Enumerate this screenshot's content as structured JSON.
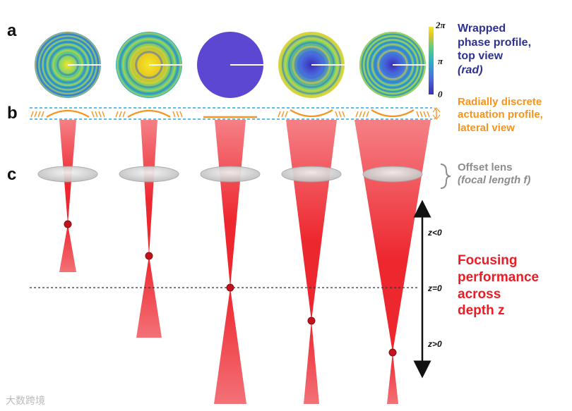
{
  "panels": {
    "a": "a",
    "b": "b",
    "c": "c"
  },
  "phase_label": {
    "line1": "Wrapped",
    "line2": "phase profile,",
    "line3": "top view",
    "line4": "(rad)"
  },
  "colorbar": {
    "top": "2π",
    "mid": "π",
    "bottom": "0",
    "colors": [
      "#3b2db8",
      "#4a6fe0",
      "#2bb3c4",
      "#5fcf7a",
      "#e6c51f",
      "#f6e626"
    ]
  },
  "actuation_label": {
    "line1": "Radially discrete",
    "line2": "actuation profile,",
    "line3": "lateral view"
  },
  "lens_label": {
    "line1": "Offset lens",
    "line2": "(focal length f)"
  },
  "focus_label": {
    "line1": "Focusing",
    "line2": "performance",
    "line3": "across",
    "line4": "depth z"
  },
  "z_ticks": {
    "neg": "z<0",
    "zero": "z=0",
    "pos": "z>0"
  },
  "watermark": "大数跨境",
  "colors": {
    "beam": "#ed1c24",
    "focus": "#c1121f",
    "actuator": "#f7941d",
    "guide": "#29abe2",
    "lens": "#d0d0d0"
  }
}
